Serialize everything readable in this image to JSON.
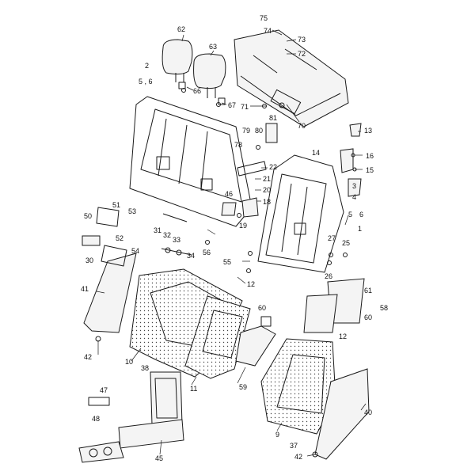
{
  "callouts": {
    "c2": "2",
    "c5_6": "5 , 6",
    "c62": "62",
    "c63": "63",
    "c66": "66",
    "c67": "67",
    "c75": "75",
    "c74": "74",
    "c73": "73",
    "c72": "72",
    "c71": "71",
    "c70": "70",
    "c81": "81",
    "c80": "80",
    "c79": "79",
    "c78": "78",
    "c13": "13",
    "c14": "14",
    "c16": "16",
    "c15": "15",
    "c22": "22",
    "c21": "21",
    "c20": "20",
    "c18": "18",
    "c19": "19",
    "c46": "46",
    "c3": "3",
    "c4": "4",
    "c5": "5",
    "c6": "6",
    "c1": "1",
    "c50": "50",
    "c51": "51",
    "c53": "53",
    "c52": "52",
    "c27": "27",
    "c25": "25",
    "c26": "26",
    "c31": "31",
    "c32": "32",
    "c33": "33",
    "c34": "34",
    "c56": "56",
    "c55": "55",
    "c30": "30",
    "c54": "54",
    "c12a": "12",
    "c41": "41",
    "c42a": "42",
    "c10": "10",
    "c38": "38",
    "c60a": "60",
    "c59": "59",
    "c61": "61",
    "c58": "58",
    "c60b": "60",
    "c12b": "12",
    "c11": "11",
    "c47": "47",
    "c48": "48",
    "c45": "45",
    "c9": "9",
    "c37": "37",
    "c40": "40",
    "c42b": "42"
  }
}
